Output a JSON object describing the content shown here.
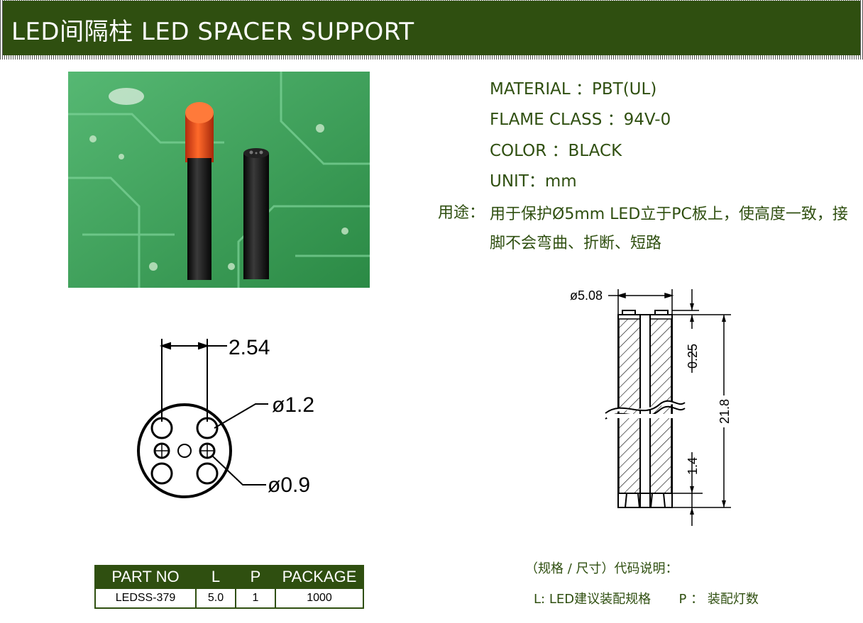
{
  "header": {
    "title": "LED间隔柱 LED SPACER SUPPORT"
  },
  "colors": {
    "brand": "#2f4f10",
    "text": "#2f4f10",
    "led": "#e04a1a",
    "spacer": "#111111",
    "pcb": "#3aa35a"
  },
  "specs": [
    {
      "label": "MATERIAL ：PBT(UL)"
    },
    {
      "label": "FLAME CLASS ：94V-0"
    },
    {
      "label": "COLOR ：BLACK"
    },
    {
      "label": "UNIT：mm"
    }
  ],
  "usage": {
    "label": "用途：",
    "text": "用于保护Ø5mm LED立于PC板上，使高度一致，接脚不会弯曲、折断、短路"
  },
  "top_view": {
    "pitch": "2.54",
    "hole_large": "ø1.2",
    "hole_small": "ø0.9"
  },
  "side_view": {
    "diameter": "ø5.08",
    "top_gap": "0.25",
    "length": "21.8",
    "bottom_step": "1.4"
  },
  "table": {
    "headers": [
      "PART NO",
      "L",
      "P",
      "PACKAGE"
    ],
    "rows": [
      [
        "LEDSS-379",
        "5.0",
        "1",
        "1000"
      ]
    ]
  },
  "legend": {
    "title": "（规格 / 尺寸）代码说明：",
    "l": "L: LED建议装配规格",
    "p": "P ： 装配灯数"
  }
}
